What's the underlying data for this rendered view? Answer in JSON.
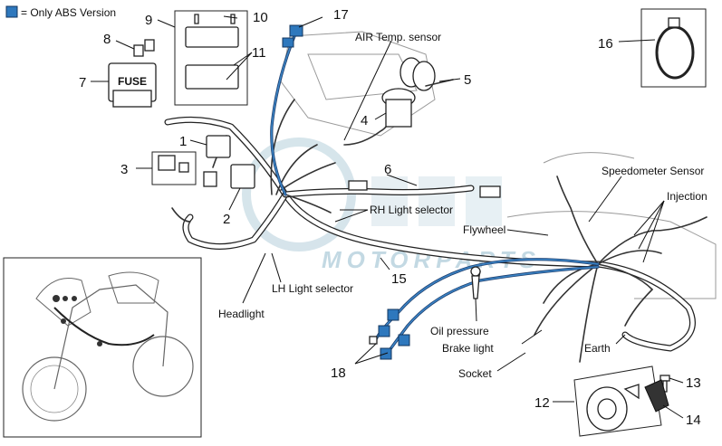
{
  "legend": {
    "swatch_color": "#2e78bd",
    "text": "= Only ABS Version"
  },
  "watermark": "MOTORPARTS",
  "callouts": [
    {
      "id": "1",
      "text": "1"
    },
    {
      "id": "2",
      "text": "2"
    },
    {
      "id": "3",
      "text": "3"
    },
    {
      "id": "4",
      "text": "4"
    },
    {
      "id": "5",
      "text": "5"
    },
    {
      "id": "6",
      "text": "6"
    },
    {
      "id": "7",
      "text": "7"
    },
    {
      "id": "8",
      "text": "8"
    },
    {
      "id": "9",
      "text": "9"
    },
    {
      "id": "10",
      "text": "10"
    },
    {
      "id": "11",
      "text": "11"
    },
    {
      "id": "12",
      "text": "12"
    },
    {
      "id": "13",
      "text": "13"
    },
    {
      "id": "14",
      "text": "14"
    },
    {
      "id": "15",
      "text": "15"
    },
    {
      "id": "16",
      "text": "16"
    },
    {
      "id": "17",
      "text": "17"
    },
    {
      "id": "18",
      "text": "18"
    }
  ],
  "labels": {
    "air_temp_sensor": "AIR Temp. sensor",
    "speedometer_sensor": "Speedometer Sensor",
    "injection": "Injection",
    "rh_light_selector": "RH Light selector",
    "flywheel": "Flywheel",
    "lh_light_selector": "LH Light selector",
    "headlight": "Headlight",
    "oil_pressure": "Oil pressure",
    "brake_light": "Brake light",
    "socket": "Socket",
    "earth": "Earth"
  },
  "fuse_box_text": "FUSE"
}
